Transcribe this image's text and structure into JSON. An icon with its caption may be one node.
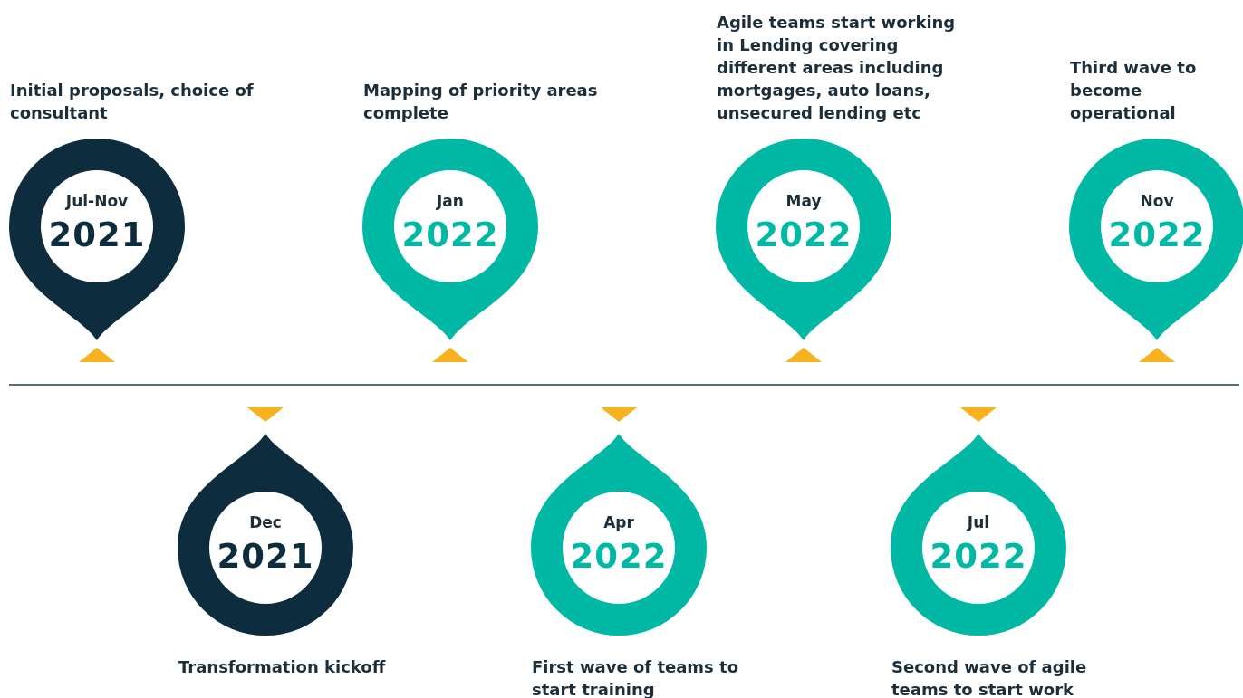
{
  "diagram": {
    "nodes": [
      {
        "text": [
          "Jul-Nov",
          "2021"
        ],
        "beside": [
          "Initial proposals, choice of consultant"
        ]
      },
      {
        "text": [
          "Dec",
          "2021"
        ],
        "beside": [
          "Transformation kickoff"
        ]
      },
      {
        "text": [
          "Jan",
          "2022"
        ],
        "beside": [
          "Mapping of priority areas complete"
        ]
      },
      {
        "text": [
          "Apr",
          "2022"
        ],
        "beside": [
          "First wave of teams to start training"
        ]
      },
      {
        "text": [
          "May",
          "2022"
        ],
        "beside": [
          "Agile teams start working in Lending covering different areas including mortgages, auto loans, unsecured lending etc"
        ]
      },
      {
        "text": [
          "Jul",
          "2022"
        ],
        "beside": [
          "Second wave of agile teams to start work"
        ]
      },
      {
        "text": [
          "Nov",
          "2022"
        ],
        "beside": [
          "Third wave to become operational"
        ]
      }
    ]
  }
}
